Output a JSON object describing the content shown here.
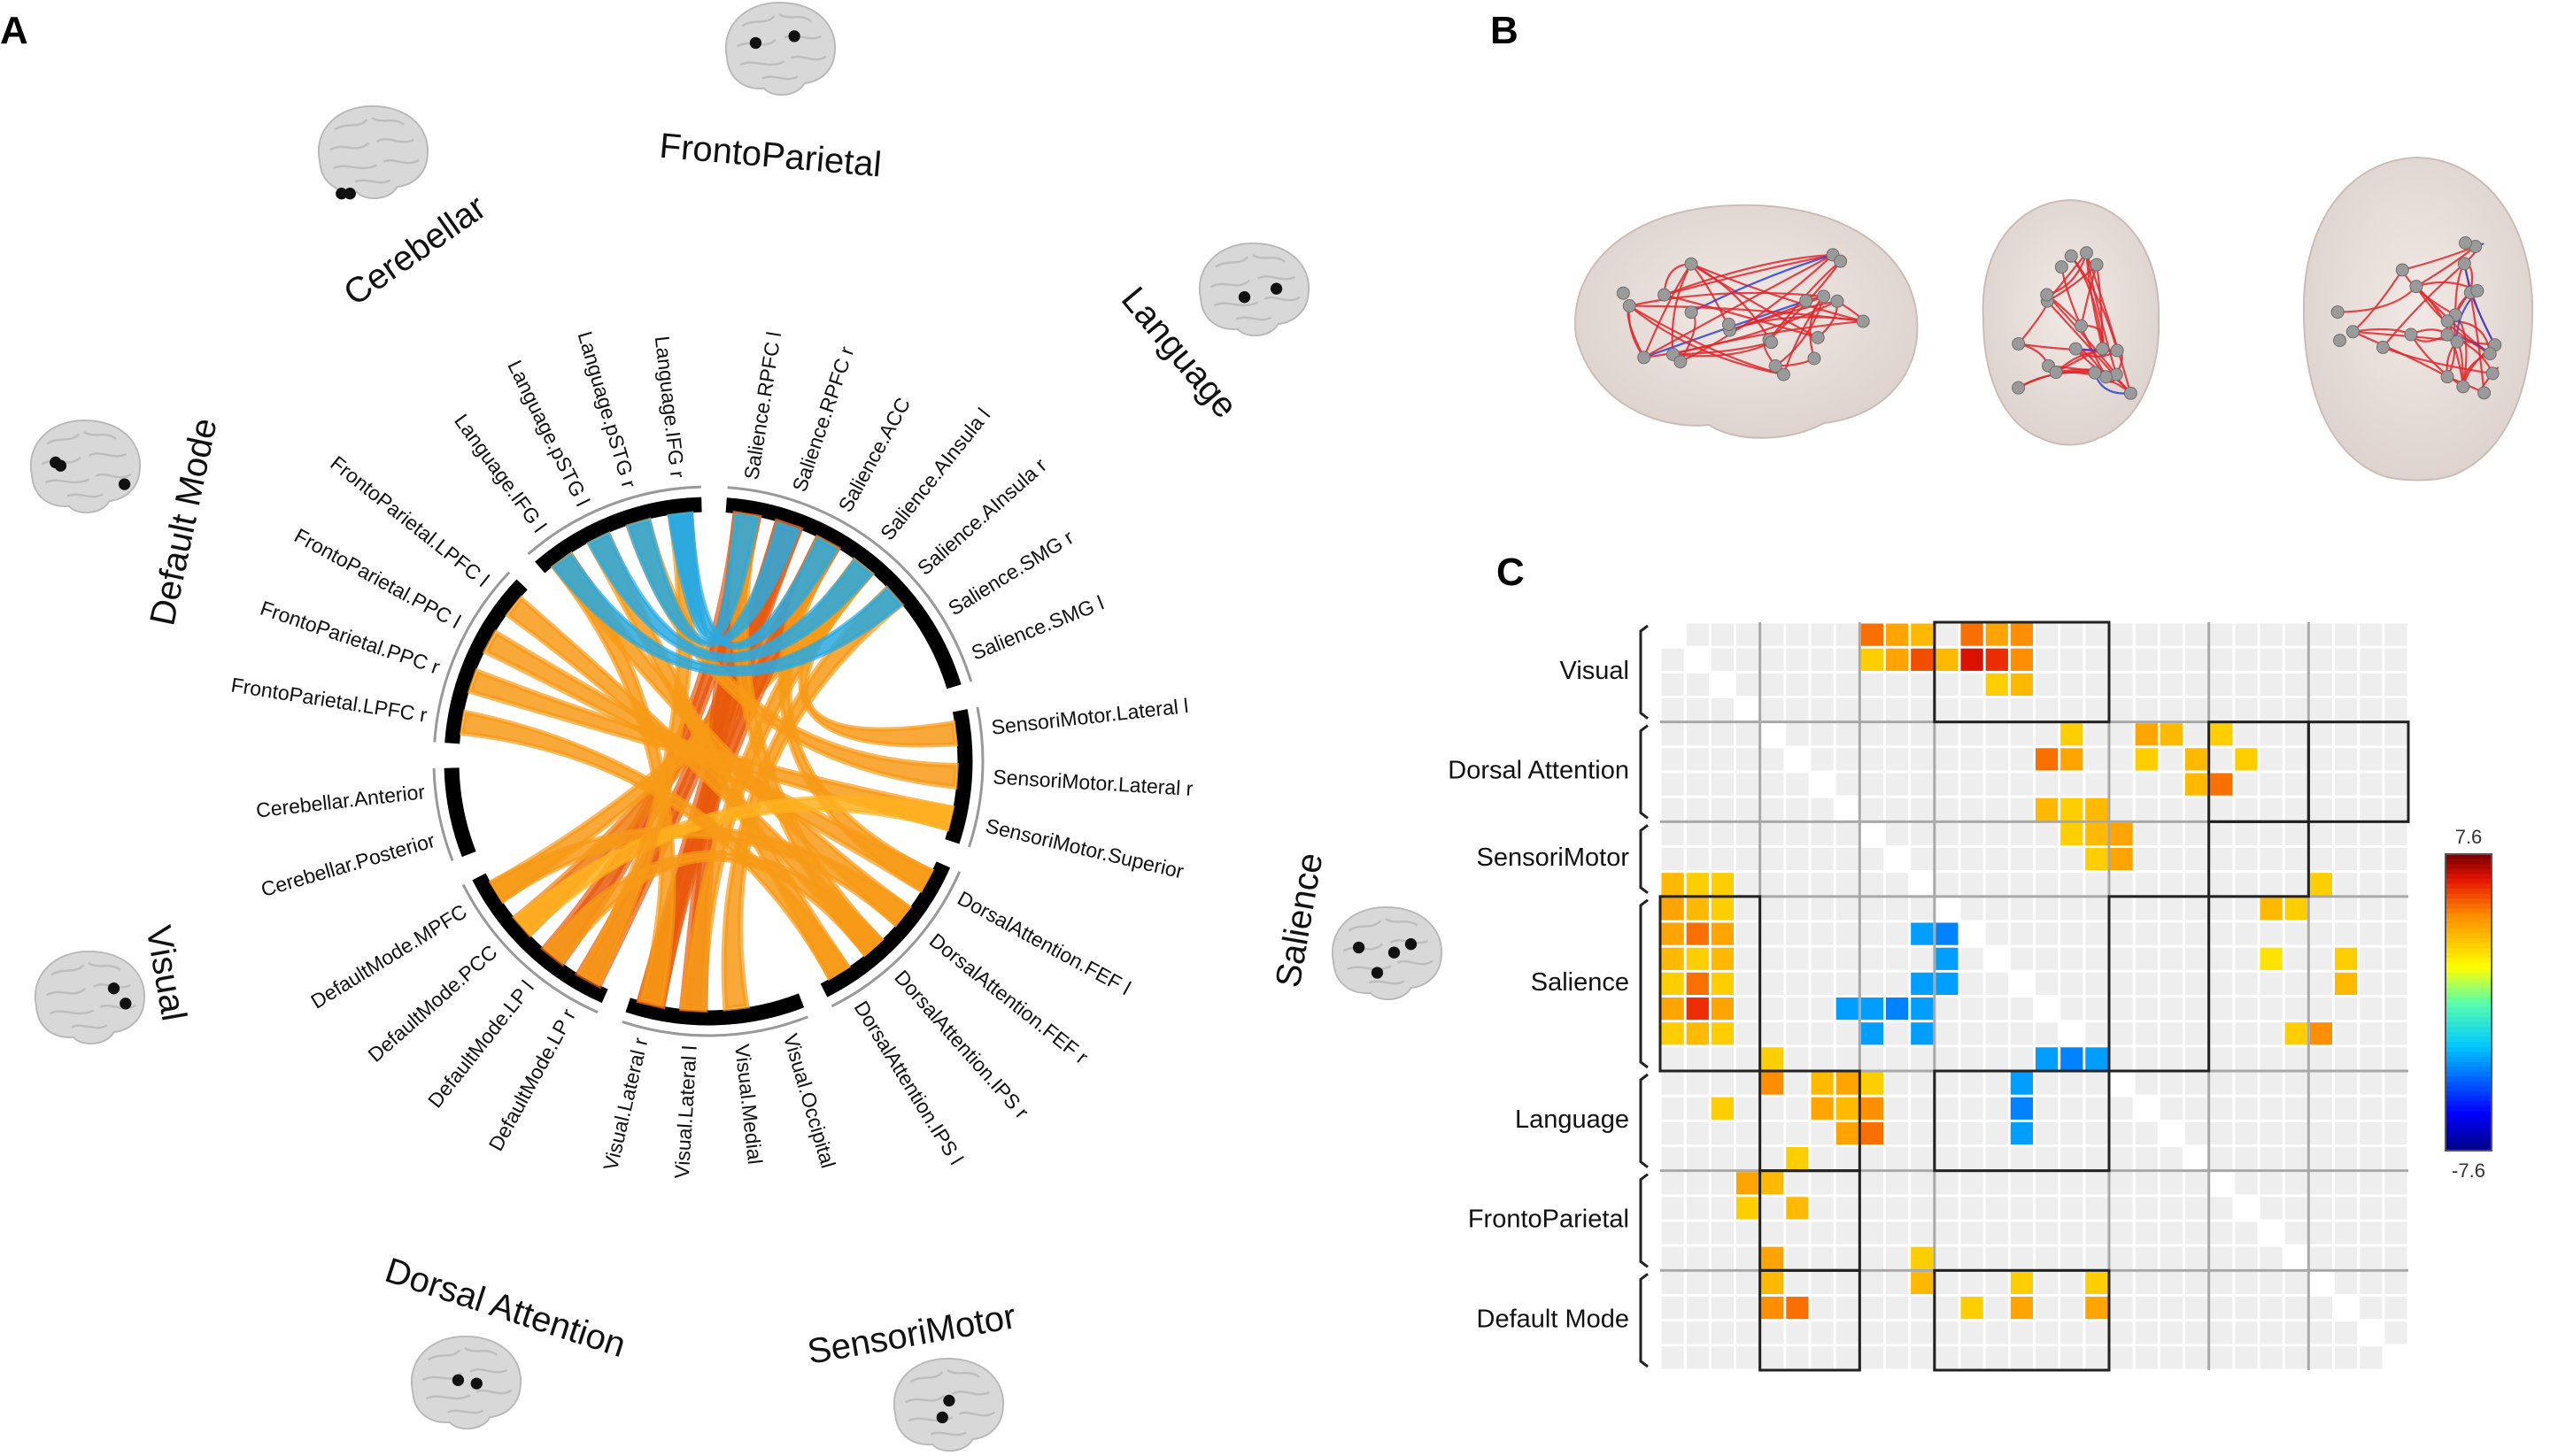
{
  "panel_labels": {
    "a": "A",
    "b": "B",
    "c": "C"
  },
  "panel_a": {
    "network_titles": [
      {
        "key": "FrontoParietal",
        "text": "FrontoParietal"
      },
      {
        "key": "Language",
        "text": "Language"
      },
      {
        "key": "Salience",
        "text": "Salience"
      },
      {
        "key": "SensoriMotor",
        "text": "SensoriMotor"
      },
      {
        "key": "DorsalAttention",
        "text": "Dorsal Attention"
      },
      {
        "key": "Visual",
        "text": "Visual"
      },
      {
        "key": "DefaultMode",
        "text": "Default Mode"
      },
      {
        "key": "Cerebellar",
        "text": "Cerebellar"
      }
    ],
    "regions": [
      {
        "label": "FrontoParietal.LPFC r",
        "network": "FrontoParietal"
      },
      {
        "label": "FrontoParietal.PPC r",
        "network": "FrontoParietal"
      },
      {
        "label": "FrontoParietal.PPC l",
        "network": "FrontoParietal"
      },
      {
        "label": "FrontoParietal.LPFC l",
        "network": "FrontoParietal"
      },
      {
        "label": "Language.IFG l",
        "network": "Language"
      },
      {
        "label": "Language.pSTG l",
        "network": "Language"
      },
      {
        "label": "Language.pSTG r",
        "network": "Language"
      },
      {
        "label": "Language.IFG r",
        "network": "Language"
      },
      {
        "label": "Salience.RPFC l",
        "network": "Salience"
      },
      {
        "label": "Salience.RPFC r",
        "network": "Salience"
      },
      {
        "label": "Salience.ACC",
        "network": "Salience"
      },
      {
        "label": "Salience.AInsula l",
        "network": "Salience"
      },
      {
        "label": "Salience.AInsula r",
        "network": "Salience"
      },
      {
        "label": "Salience.SMG r",
        "network": "Salience"
      },
      {
        "label": "Salience.SMG l",
        "network": "Salience"
      },
      {
        "label": "SensoriMotor.Lateral l",
        "network": "SensoriMotor"
      },
      {
        "label": "SensoriMotor.Lateral r",
        "network": "SensoriMotor"
      },
      {
        "label": "SensoriMotor.Superior",
        "network": "SensoriMotor"
      },
      {
        "label": "DorsalAttention.FEF l",
        "network": "DorsalAttention"
      },
      {
        "label": "DorsalAttention.FEF r",
        "network": "DorsalAttention"
      },
      {
        "label": "DorsalAttention.IPS r",
        "network": "DorsalAttention"
      },
      {
        "label": "DorsalAttention.IPS l",
        "network": "DorsalAttention"
      },
      {
        "label": "Visual.Occipital",
        "network": "Visual"
      },
      {
        "label": "Visual.Medial",
        "network": "Visual"
      },
      {
        "label": "Visual.Lateral l",
        "network": "Visual"
      },
      {
        "label": "Visual.Lateral r",
        "network": "Visual"
      },
      {
        "label": "DefaultMode.LP r",
        "network": "DefaultMode"
      },
      {
        "label": "DefaultMode.LP l",
        "network": "DefaultMode"
      },
      {
        "label": "DefaultMode.PCC",
        "network": "DefaultMode"
      },
      {
        "label": "DefaultMode.MPFC",
        "network": "DefaultMode"
      },
      {
        "label": "Cerebellar.Posterior",
        "network": "Cerebellar"
      },
      {
        "label": "Cerebellar.Anterior",
        "network": "Cerebellar"
      }
    ],
    "positive_color": "#f57c00",
    "negative_color": "#29a9e0",
    "connections": [
      {
        "from": "DefaultMode.LP r",
        "to": "Salience.RPFC r",
        "sign": "positive",
        "strength": 1.0
      },
      {
        "from": "DefaultMode.LP l",
        "to": "Salience.RPFC l",
        "sign": "positive",
        "strength": 0.95
      },
      {
        "from": "DefaultMode.PCC",
        "to": "Salience.ACC",
        "sign": "positive",
        "strength": 0.7
      },
      {
        "from": "DefaultMode.MPFC",
        "to": "Salience.AInsula l",
        "sign": "positive",
        "strength": 0.55
      },
      {
        "from": "Visual.Lateral r",
        "to": "Salience.RPFC r",
        "sign": "positive",
        "strength": 1.0
      },
      {
        "from": "Visual.Lateral l",
        "to": "Salience.RPFC l",
        "sign": "positive",
        "strength": 0.9
      },
      {
        "from": "Visual.Lateral r",
        "to": "Salience.ACC",
        "sign": "positive",
        "strength": 0.85
      },
      {
        "from": "Visual.Medial",
        "to": "Salience.AInsula r",
        "sign": "positive",
        "strength": 0.6
      },
      {
        "from": "Visual.Lateral r",
        "to": "Language.IFG l",
        "sign": "positive",
        "strength": 0.5
      },
      {
        "from": "Visual.Lateral l",
        "to": "Salience.AInsula l",
        "sign": "positive",
        "strength": 0.6
      },
      {
        "from": "FrontoParietal.PPC r",
        "to": "SensoriMotor.Superior",
        "sign": "positive",
        "strength": 0.55
      },
      {
        "from": "FrontoParietal.PPC l",
        "to": "DorsalAttention.FEF l",
        "sign": "positive",
        "strength": 0.6
      },
      {
        "from": "FrontoParietal.LPFC l",
        "to": "DorsalAttention.IPS r",
        "sign": "positive",
        "strength": 0.45
      },
      {
        "from": "Language.IFG l",
        "to": "DorsalAttention.FEF r",
        "sign": "positive",
        "strength": 0.5
      },
      {
        "from": "Language.pSTG l",
        "to": "DorsalAttention.IPS l",
        "sign": "positive",
        "strength": 0.5
      },
      {
        "from": "Language.pSTG r",
        "to": "SensoriMotor.Lateral r",
        "sign": "positive",
        "strength": 0.55
      },
      {
        "from": "Salience.RPFC l",
        "to": "DorsalAttention.IPS r",
        "sign": "positive",
        "strength": 0.55
      },
      {
        "from": "Salience.ACC",
        "to": "DorsalAttention.FEF l",
        "sign": "positive",
        "strength": 0.5
      },
      {
        "from": "Salience.AInsula l",
        "to": "SensoriMotor.Lateral l",
        "sign": "positive",
        "strength": 0.45
      },
      {
        "from": "DefaultMode.LP l",
        "to": "DorsalAttention.IPS r",
        "sign": "positive",
        "strength": 0.5
      },
      {
        "from": "DefaultMode.MPFC",
        "to": "DorsalAttention.FEF r",
        "sign": "positive",
        "strength": 0.45
      },
      {
        "from": "DefaultMode.PCC",
        "to": "SensoriMotor.Superior",
        "sign": "positive",
        "strength": 0.4
      },
      {
        "from": "FrontoParietal.LPFC r",
        "to": "DorsalAttention.IPS l",
        "sign": "positive",
        "strength": 0.45
      },
      {
        "from": "DefaultMode.LP r",
        "to": "Language.IFG r",
        "sign": "positive",
        "strength": 0.5
      },
      {
        "from": "Salience.RPFC l",
        "to": "Language.IFG r",
        "sign": "negative",
        "strength": 0.5
      },
      {
        "from": "Salience.RPFC r",
        "to": "Language.pSTG r",
        "sign": "negative",
        "strength": 0.45
      },
      {
        "from": "Salience.ACC",
        "to": "Language.IFG r",
        "sign": "negative",
        "strength": 0.4
      },
      {
        "from": "Salience.AInsula l",
        "to": "Language.pSTG l",
        "sign": "negative",
        "strength": 0.4
      },
      {
        "from": "Salience.AInsula r",
        "to": "Language.IFG l",
        "sign": "negative",
        "strength": 0.35
      }
    ]
  },
  "panel_b": {
    "edge_colors": {
      "positive": "#e0262b",
      "negative": "#2f3fd8"
    }
  },
  "panel_c": {
    "row_labels": [
      "Visual",
      "Dorsal Attention",
      "SensoriMotor",
      "Salience",
      "Language",
      "FrontoParietal",
      "Default Mode"
    ],
    "network_sizes": [
      4,
      4,
      3,
      7,
      4,
      4,
      4
    ],
    "cells": [
      {
        "r": 0,
        "c": 8,
        "v": 5.0
      },
      {
        "r": 0,
        "c": 9,
        "v": 4.0
      },
      {
        "r": 0,
        "c": 10,
        "v": 3.5
      },
      {
        "r": 0,
        "c": 12,
        "v": 5.0
      },
      {
        "r": 0,
        "c": 13,
        "v": 4.0
      },
      {
        "r": 0,
        "c": 14,
        "v": 4.5
      },
      {
        "r": 1,
        "c": 8,
        "v": 3.0
      },
      {
        "r": 1,
        "c": 9,
        "v": 4.0
      },
      {
        "r": 1,
        "c": 10,
        "v": 5.5
      },
      {
        "r": 1,
        "c": 11,
        "v": 3.5
      },
      {
        "r": 1,
        "c": 12,
        "v": 6.5
      },
      {
        "r": 1,
        "c": 13,
        "v": 6.0
      },
      {
        "r": 1,
        "c": 14,
        "v": 4.5
      },
      {
        "r": 2,
        "c": 13,
        "v": 3.0
      },
      {
        "r": 2,
        "c": 14,
        "v": 3.5
      },
      {
        "r": 4,
        "c": 16,
        "v": 3.0
      },
      {
        "r": 4,
        "c": 19,
        "v": 4.0
      },
      {
        "r": 4,
        "c": 20,
        "v": 3.5
      },
      {
        "r": 4,
        "c": 22,
        "v": 3.0
      },
      {
        "r": 5,
        "c": 15,
        "v": 5.0
      },
      {
        "r": 5,
        "c": 16,
        "v": 4.0
      },
      {
        "r": 5,
        "c": 19,
        "v": 3.0
      },
      {
        "r": 5,
        "c": 21,
        "v": 3.5
      },
      {
        "r": 5,
        "c": 23,
        "v": 3.0
      },
      {
        "r": 6,
        "c": 21,
        "v": 3.5
      },
      {
        "r": 6,
        "c": 22,
        "v": 5.0
      },
      {
        "r": 7,
        "c": 15,
        "v": 3.5
      },
      {
        "r": 7,
        "c": 16,
        "v": 3.0
      },
      {
        "r": 7,
        "c": 17,
        "v": 3.5
      },
      {
        "r": 8,
        "c": 16,
        "v": 3.0
      },
      {
        "r": 8,
        "c": 17,
        "v": 3.5
      },
      {
        "r": 8,
        "c": 18,
        "v": 4.0
      },
      {
        "r": 9,
        "c": 17,
        "v": 3.0
      },
      {
        "r": 9,
        "c": 18,
        "v": 4.0
      },
      {
        "r": 10,
        "c": 0,
        "v": 3.5
      },
      {
        "r": 10,
        "c": 1,
        "v": 3.0
      },
      {
        "r": 10,
        "c": 2,
        "v": 3.0
      },
      {
        "r": 10,
        "c": 26,
        "v": 3.0
      },
      {
        "r": 11,
        "c": 0,
        "v": 4.0
      },
      {
        "r": 11,
        "c": 1,
        "v": 3.5
      },
      {
        "r": 11,
        "c": 2,
        "v": 3.0
      },
      {
        "r": 11,
        "c": 24,
        "v": 3.5
      },
      {
        "r": 11,
        "c": 25,
        "v": 3.0
      },
      {
        "r": 12,
        "c": 0,
        "v": 4.0
      },
      {
        "r": 12,
        "c": 1,
        "v": 5.0
      },
      {
        "r": 12,
        "c": 2,
        "v": 4.0
      },
      {
        "r": 12,
        "c": 10,
        "v": -3.0
      },
      {
        "r": 12,
        "c": 11,
        "v": -3.5
      },
      {
        "r": 13,
        "c": 0,
        "v": 3.5
      },
      {
        "r": 13,
        "c": 1,
        "v": 3.0
      },
      {
        "r": 13,
        "c": 2,
        "v": 3.5
      },
      {
        "r": 13,
        "c": 11,
        "v": -3.0
      },
      {
        "r": 13,
        "c": 27,
        "v": 3.0
      },
      {
        "r": 13,
        "c": 24,
        "v": 2.5
      },
      {
        "r": 14,
        "c": 0,
        "v": 3.0
      },
      {
        "r": 14,
        "c": 1,
        "v": 5.0
      },
      {
        "r": 14,
        "c": 2,
        "v": 3.0
      },
      {
        "r": 14,
        "c": 10,
        "v": -3.0
      },
      {
        "r": 14,
        "c": 11,
        "v": -3.0
      },
      {
        "r": 14,
        "c": 27,
        "v": 3.5
      },
      {
        "r": 15,
        "c": 0,
        "v": 4.0
      },
      {
        "r": 15,
        "c": 1,
        "v": 6.0
      },
      {
        "r": 15,
        "c": 2,
        "v": 4.0
      },
      {
        "r": 15,
        "c": 7,
        "v": -3.0
      },
      {
        "r": 15,
        "c": 8,
        "v": -3.0
      },
      {
        "r": 15,
        "c": 9,
        "v": -3.5
      },
      {
        "r": 15,
        "c": 10,
        "v": -3.0
      },
      {
        "r": 16,
        "c": 0,
        "v": 3.0
      },
      {
        "r": 16,
        "c": 1,
        "v": 3.5
      },
      {
        "r": 16,
        "c": 2,
        "v": 3.0
      },
      {
        "r": 16,
        "c": 8,
        "v": -3.0
      },
      {
        "r": 16,
        "c": 10,
        "v": -3.0
      },
      {
        "r": 16,
        "c": 25,
        "v": 3.0
      },
      {
        "r": 16,
        "c": 26,
        "v": 4.5
      },
      {
        "r": 17,
        "c": 4,
        "v": 3.0
      },
      {
        "r": 17,
        "c": 15,
        "v": -3.0
      },
      {
        "r": 17,
        "c": 16,
        "v": -3.5
      },
      {
        "r": 17,
        "c": 17,
        "v": -3.0
      },
      {
        "r": 18,
        "c": 4,
        "v": 4.5
      },
      {
        "r": 18,
        "c": 6,
        "v": 3.5
      },
      {
        "r": 18,
        "c": 7,
        "v": 4.0
      },
      {
        "r": 18,
        "c": 8,
        "v": 3.0
      },
      {
        "r": 18,
        "c": 14,
        "v": -3.0
      },
      {
        "r": 19,
        "c": 2,
        "v": 3.0
      },
      {
        "r": 19,
        "c": 6,
        "v": 4.0
      },
      {
        "r": 19,
        "c": 7,
        "v": 3.5
      },
      {
        "r": 19,
        "c": 8,
        "v": 4.5
      },
      {
        "r": 19,
        "c": 14,
        "v": -3.5
      },
      {
        "r": 20,
        "c": 7,
        "v": 4.0
      },
      {
        "r": 20,
        "c": 8,
        "v": 5.0
      },
      {
        "r": 20,
        "c": 14,
        "v": -3.0
      },
      {
        "r": 21,
        "c": 5,
        "v": 3.0
      },
      {
        "r": 22,
        "c": 3,
        "v": 4.0
      },
      {
        "r": 22,
        "c": 4,
        "v": 3.5
      },
      {
        "r": 23,
        "c": 3,
        "v": 3.0
      },
      {
        "r": 23,
        "c": 5,
        "v": 3.5
      },
      {
        "r": 25,
        "c": 4,
        "v": 4.0
      },
      {
        "r": 25,
        "c": 10,
        "v": 3.0
      },
      {
        "r": 26,
        "c": 4,
        "v": 3.5
      },
      {
        "r": 26,
        "c": 10,
        "v": 3.5
      },
      {
        "r": 26,
        "c": 14,
        "v": 3.0
      },
      {
        "r": 26,
        "c": 17,
        "v": 3.0
      },
      {
        "r": 27,
        "c": 4,
        "v": 4.5
      },
      {
        "r": 27,
        "c": 5,
        "v": 5.0
      },
      {
        "r": 27,
        "c": 12,
        "v": 3.0
      },
      {
        "r": 27,
        "c": 14,
        "v": 4.0
      },
      {
        "r": 27,
        "c": 17,
        "v": 4.0
      }
    ],
    "colorbar": {
      "max_label": "7.6",
      "min_label": "-7.6",
      "max": 7.6,
      "min": -7.6
    }
  }
}
